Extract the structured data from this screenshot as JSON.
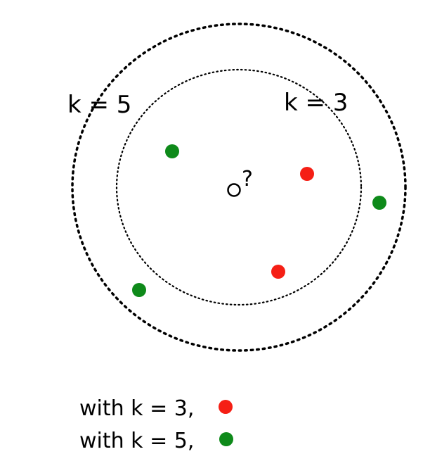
{
  "labels": {
    "k5": "k = 5",
    "k3": "k = 3",
    "query": "?"
  },
  "legend": {
    "line1": "with k = 3,",
    "line2": "with k = 5,"
  },
  "colors": {
    "red": "#f51f15",
    "green": "#0e8a1a",
    "ink": "#000000"
  }
}
